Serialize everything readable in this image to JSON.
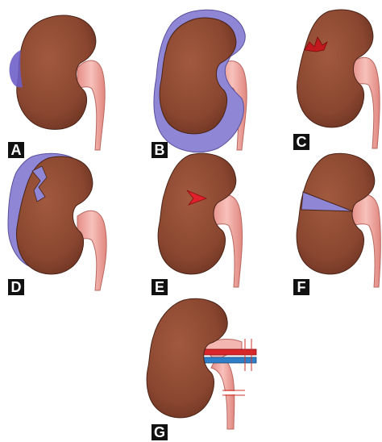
{
  "panels": [
    {
      "id": "A",
      "label": "A"
    },
    {
      "id": "B",
      "label": "B"
    },
    {
      "id": "C",
      "label": "C"
    },
    {
      "id": "D",
      "label": "D"
    },
    {
      "id": "E",
      "label": "E"
    },
    {
      "id": "F",
      "label": "F"
    },
    {
      "id": "G",
      "label": "G"
    }
  ],
  "colors": {
    "kidney": "#8b4a33",
    "kidney_shadow": "#6e3522",
    "ureter": "#f0a6a0",
    "ureter_edge": "#c0706a",
    "hematoma": "#8f86d6",
    "laceration": "#c0181c",
    "artery": "#d8262a",
    "vein": "#2f7fc8"
  }
}
